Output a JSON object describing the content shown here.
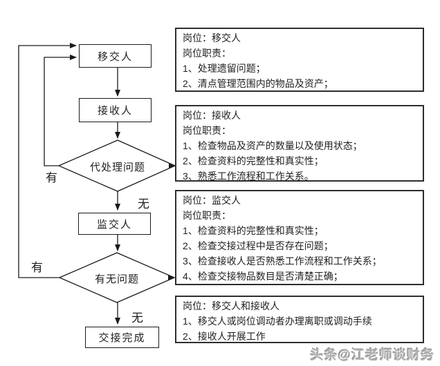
{
  "colors": {
    "background": "#ffffff",
    "line": "#1a1a1a",
    "panel_border": "#2d2d2d",
    "text": "#1f1f1f",
    "watermark_gray": "#b0b0b0"
  },
  "flowchart": {
    "nodes": [
      {
        "type": "rect",
        "label": "移交人"
      },
      {
        "type": "rect",
        "label": "接收人"
      },
      {
        "type": "diamond",
        "label": "代处理问题"
      },
      {
        "type": "rect",
        "label": "监交人"
      },
      {
        "type": "diamond",
        "label": "有无问题"
      },
      {
        "type": "rect",
        "label": "交接完成"
      }
    ],
    "edge_labels": {
      "decision1_yes": "有",
      "decision1_no": "无",
      "decision2_yes": "有",
      "decision2_no": "无"
    }
  },
  "panels": [
    {
      "lines": [
        "岗位：移交人",
        "岗位职责：",
        "1、处理遗留问题；",
        "2、清点管理范围内的物品及资产；"
      ]
    },
    {
      "lines": [
        "岗位：接收人",
        "岗位职责：",
        "1、检查物品及资产的数量以及使用状态；",
        "2、检查资料的完整性和真实性；",
        "3、熟悉工作流程和工作关系。"
      ]
    },
    {
      "lines": [
        "岗位：监交人",
        "岗位职责：",
        "1、检查资料的完整性和真实性；",
        "2、检查交接过程中是否存在问题；",
        "3、检查接收人是否熟悉工作流程和工作关系；",
        "4、检查交接物品数目是否清楚正确；"
      ]
    },
    {
      "lines": [
        "岗位：移交人和接收人",
        "1、移交人或岗位调动者办理离职或调动手续",
        "2、接收人开展工作"
      ]
    }
  ],
  "watermark": {
    "text": "头条@江老师谈财务"
  }
}
